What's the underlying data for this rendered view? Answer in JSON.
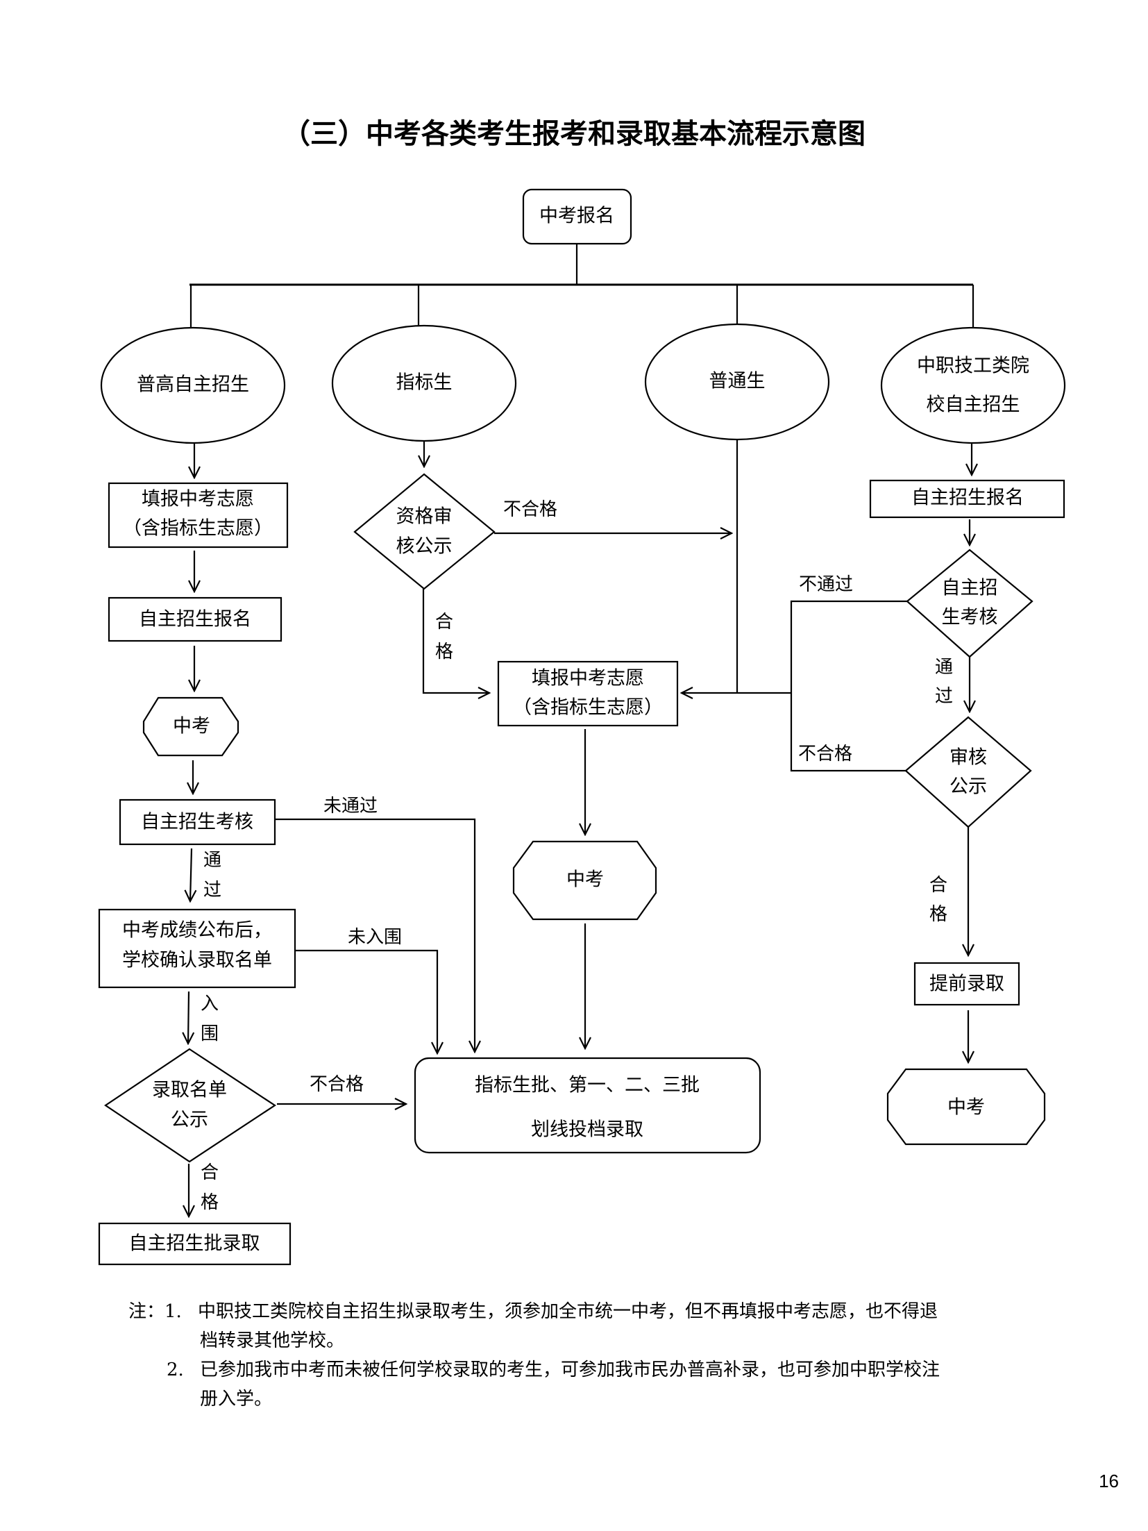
{
  "title": "（三）中考各类考生报考和录取基本流程示意图",
  "nodes": {
    "start": "中考报名",
    "cat_puogao": "普高自主招生",
    "cat_zhibiao": "指标生",
    "cat_putong": "普通生",
    "cat_zhongzhi_1": "中职技工类院",
    "cat_zhongzhi_2": "校自主招生",
    "left_fill_1": "填报中考志愿",
    "left_fill_2": "（含指标生志愿）",
    "left_signup": "自主招生报名",
    "left_exam": "中考",
    "left_assess": "自主招生考核",
    "left_confirm_1": "中考成绩公布后，",
    "left_confirm_2": "学校确认录取名单",
    "left_publicity_1": "录取名单",
    "left_publicity_2": "公示",
    "left_admit": "自主招生批录取",
    "mid_review_1": "资格审",
    "mid_review_2": "核公示",
    "mid_fill_1": "填报中考志愿",
    "mid_fill_2": "（含指标生志愿）",
    "mid_exam": "中考",
    "final_1": "指标生批、第一、二、三批",
    "final_2": "划线投档录取",
    "right_signup": "自主招生报名",
    "right_assess_1": "自主招",
    "right_assess_2": "生考核",
    "right_publicity_1": "审核",
    "right_publicity_2": "公示",
    "right_early": "提前录取",
    "right_exam": "中考"
  },
  "edges": {
    "unqualified_mid": "不合格",
    "qualified_mid_1": "合",
    "qualified_mid_2": "格",
    "fail_right": "不通过",
    "pass_right_1": "通",
    "pass_right_2": "过",
    "unqualified_right": "不合格",
    "qualified_right_1": "合",
    "qualified_right_2": "格",
    "fail_left": "未通过",
    "pass_left_1": "通",
    "pass_left_2": "过",
    "not_selected": "未入围",
    "selected_1": "入",
    "selected_2": "围",
    "unqualified_left": "不合格",
    "qualified_left_1": "合",
    "qualified_left_2": "格"
  },
  "notes": {
    "prefix": "注：",
    "n1_num": "1.",
    "n1_line1": "中职技工类院校自主招生拟录取考生，须参加全市统一中考，但不再填报中考志愿，也不得退",
    "n1_line2": "档转录其他学校。",
    "n2_num": "2.",
    "n2_line1": "已参加我市中考而未被任何学校录取的考生，可参加我市民办普高补录，也可参加中职学校注",
    "n2_line2": "册入学。"
  },
  "page_number": "16"
}
